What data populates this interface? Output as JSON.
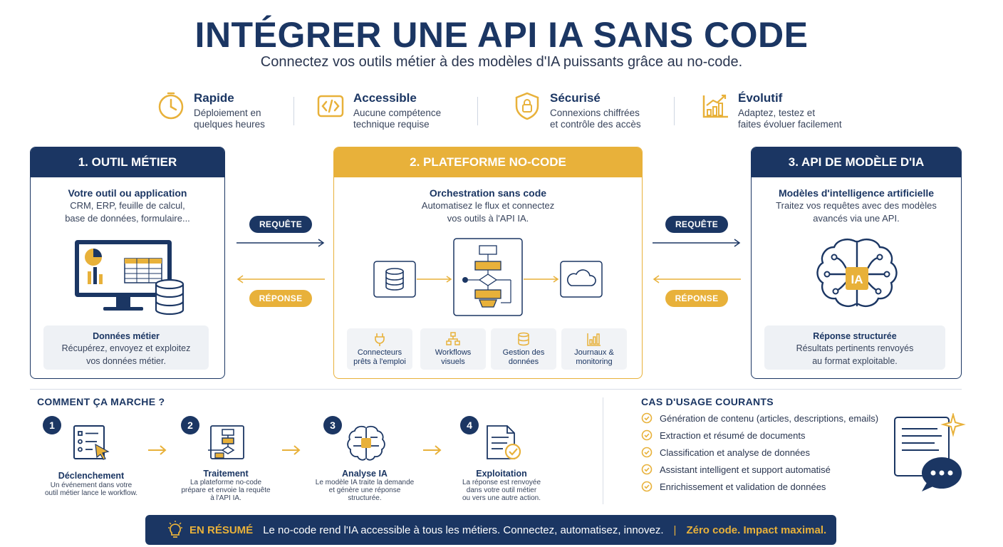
{
  "header": {
    "title": "INTÉGRER UNE API IA SANS CODE",
    "subtitle": "Connectez vos outils métier à des modèles d'IA puissants grâce au no-code."
  },
  "features": [
    {
      "icon": "clock-icon",
      "title": "Rapide",
      "desc1": "Déploiement en",
      "desc2": "quelques heures"
    },
    {
      "icon": "code-icon",
      "title": "Accessible",
      "desc1": "Aucune compétence",
      "desc2": "technique requise"
    },
    {
      "icon": "lock-shield-icon",
      "title": "Sécurisé",
      "desc1": "Connexions chiffrées",
      "desc2": "et contrôle des accès"
    },
    {
      "icon": "growth-chart-icon",
      "title": "Évolutif",
      "desc1": "Adaptez, testez et",
      "desc2": "faites évoluer facilement"
    }
  ],
  "panels": {
    "p1": {
      "header": "1. OUTIL MÉTIER",
      "subtitle": "Votre outil ou application",
      "desc1": "CRM, ERP, feuille de calcul,",
      "desc2": "base de données, formulaire...",
      "note_title": "Données métier",
      "note_desc1": "Récupérez, envoyez et exploitez",
      "note_desc2": "vos données métier."
    },
    "p2": {
      "header": "2. PLATEFORME NO-CODE",
      "subtitle": "Orchestration sans code",
      "desc1": "Automatisez le flux et connectez",
      "desc2": "vos outils à l'API IA.",
      "tiles": [
        {
          "icon": "plug-icon",
          "line1": "Connecteurs",
          "line2": "prêts à l'emploi"
        },
        {
          "icon": "workflow-icon",
          "line1": "Workflows",
          "line2": "visuels"
        },
        {
          "icon": "database-icon",
          "line1": "Gestion des",
          "line2": "données"
        },
        {
          "icon": "bar-chart-icon",
          "line1": "Journaux &",
          "line2": "monitoring"
        }
      ]
    },
    "p3": {
      "header": "3. API DE MODÈLE D'IA",
      "subtitle": "Modèles d'intelligence artificielle",
      "desc1": "Traitez vos requêtes avec des modèles",
      "desc2": "avancés via une API.",
      "brain_label": "IA",
      "note_title": "Réponse structurée",
      "note_desc1": "Résultats pertinents renvoyés",
      "note_desc2": "au format exploitable."
    }
  },
  "arrows": {
    "request": "REQUÊTE",
    "response": "RÉPONSE"
  },
  "how": {
    "title": "COMMENT ÇA MARCHE ?",
    "steps": [
      {
        "num": "1",
        "title": "Déclenchement",
        "desc1": "Un événement dans votre",
        "desc2": "outil métier lance le workflow.",
        "desc3": ""
      },
      {
        "num": "2",
        "title": "Traitement",
        "desc1": "La plateforme no-code",
        "desc2": "prépare et envoie la requête",
        "desc3": "à l'API IA."
      },
      {
        "num": "3",
        "title": "Analyse IA",
        "desc1": "Le modèle IA traite la demande",
        "desc2": "et génère une réponse",
        "desc3": "structurée."
      },
      {
        "num": "4",
        "title": "Exploitation",
        "desc1": "La réponse est renvoyée",
        "desc2": "dans votre outil métier",
        "desc3": "ou vers une autre action."
      }
    ]
  },
  "usecases": {
    "title": "CAS D'USAGE COURANTS",
    "items": [
      "Génération de contenu (articles, descriptions, emails)",
      "Extraction et résumé de documents",
      "Classification et analyse de données",
      "Assistant intelligent et support automatisé",
      "Enrichissement et validation de données"
    ]
  },
  "footer": {
    "label": "EN RÉSUMÉ",
    "text": "Le no-code rend l'IA accessible à tous les métiers. Connectez, automatisez, innovez.",
    "sep": "|",
    "tagline": "Zéro code. Impact maximal."
  },
  "colors": {
    "navy": "#1b3663",
    "gold": "#e8b13a"
  }
}
